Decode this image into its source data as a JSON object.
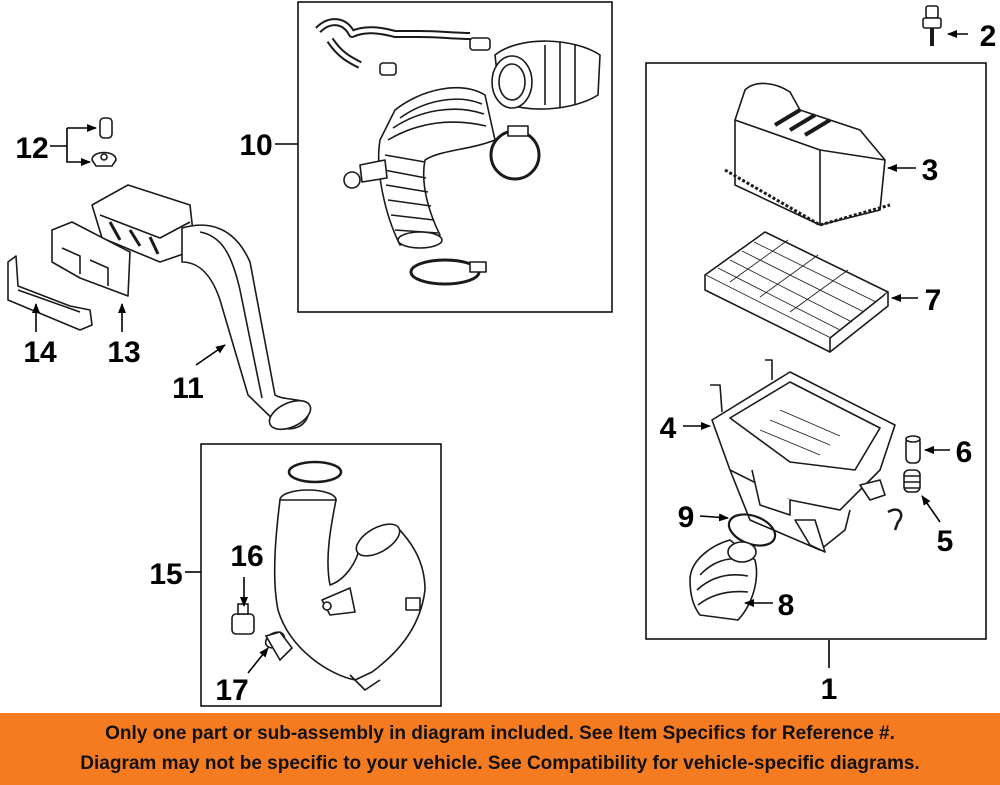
{
  "colors": {
    "banner_bg": "#f47b20",
    "line": "#1a1a1a",
    "part_fill": "#ffffff",
    "panel_border": "#000000"
  },
  "callouts": [
    "1",
    "2",
    "3",
    "4",
    "5",
    "6",
    "7",
    "8",
    "9",
    "10",
    "11",
    "12",
    "13",
    "14",
    "15",
    "16",
    "17"
  ],
  "banner": {
    "line1": "Only one part or sub-assembly in diagram included. See Item Specifics for Reference #.",
    "line2": "Diagram may not be specific to your vehicle. See Compatibility for vehicle-specific diagrams."
  }
}
